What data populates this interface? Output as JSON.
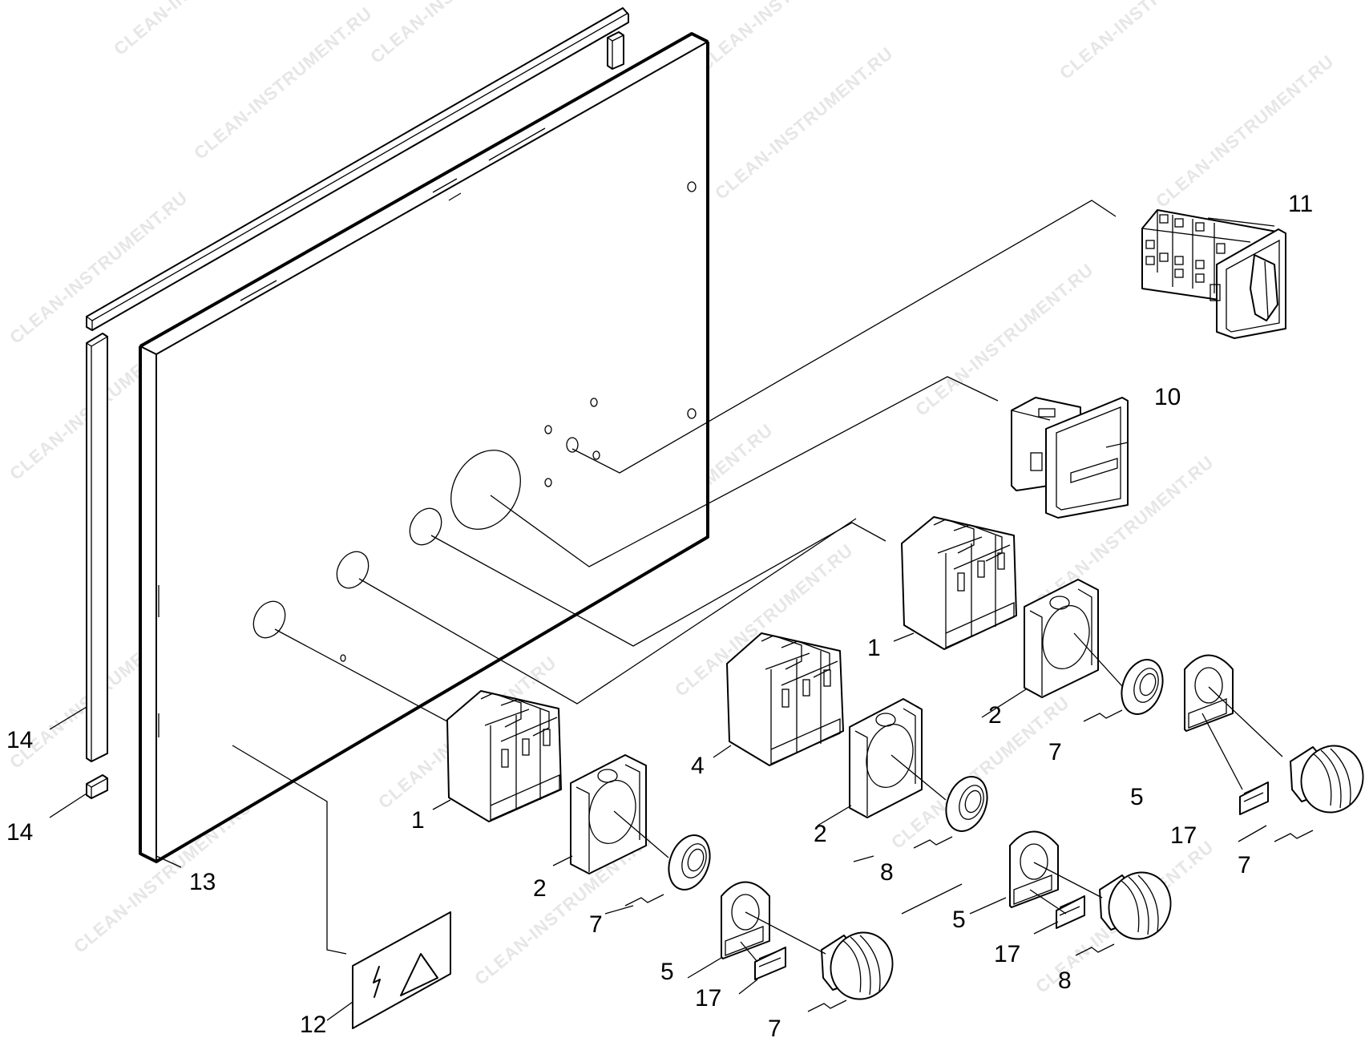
{
  "watermark": "CLEAN-INSTRUMENT.RU",
  "callouts": {
    "c1": "11",
    "c2": "10",
    "c3": "1",
    "c4": "2",
    "c5": "7",
    "c6": "5",
    "c7": "17",
    "c8": "7",
    "c9": "4",
    "c10": "2",
    "c11": "8",
    "c12": "5",
    "c13": "17",
    "c14": "8",
    "c15": "1",
    "c16": "2",
    "c17": "7",
    "c18": "5",
    "c19": "17",
    "c20": "7",
    "c21": "14",
    "c22": "14",
    "c23": "13",
    "c24": "12"
  },
  "colors": {
    "line": "#000000",
    "background": "#ffffff",
    "watermark": "#e6e6e6"
  }
}
